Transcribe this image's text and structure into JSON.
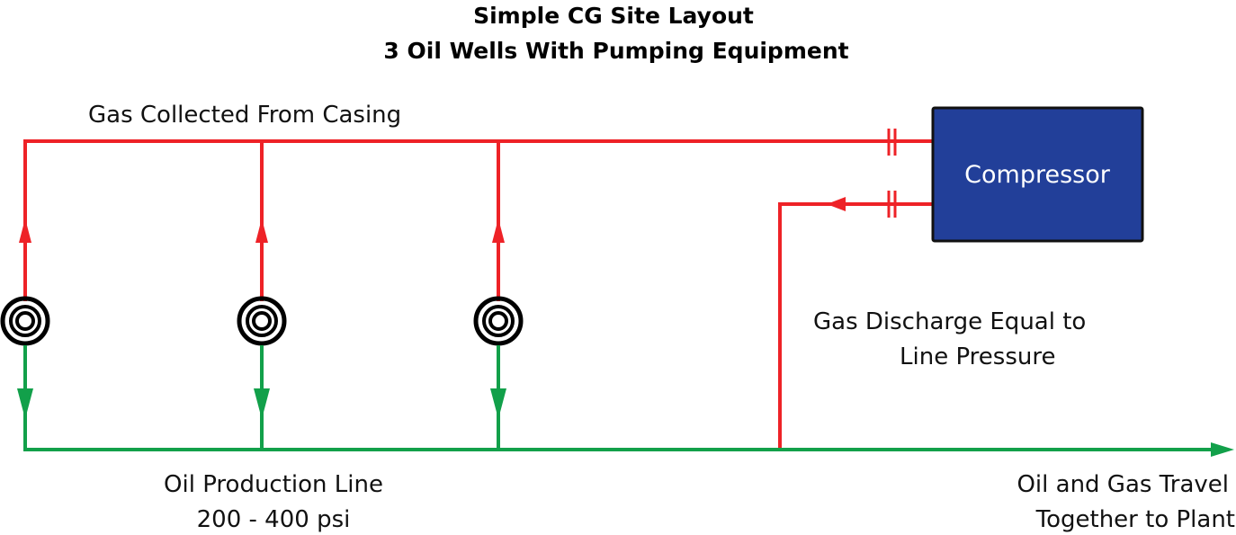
{
  "title": {
    "line1": "Simple CG Site Layout",
    "line2": "3 Oil Wells With Pumping Equipment"
  },
  "labels": {
    "gas_collected": "Gas Collected From Casing",
    "compressor": "Compressor",
    "discharge_line1": "Gas Discharge Equal to",
    "discharge_line2": "Line Pressure",
    "oil_line1": "Oil Production Line",
    "oil_line2": "200 - 400 psi",
    "travel_line1": "Oil and Gas Travel",
    "travel_line2": "Together to Plant"
  },
  "colors": {
    "gas": "#ee2227",
    "oil": "#12a04a",
    "compressor": "#223f99"
  }
}
